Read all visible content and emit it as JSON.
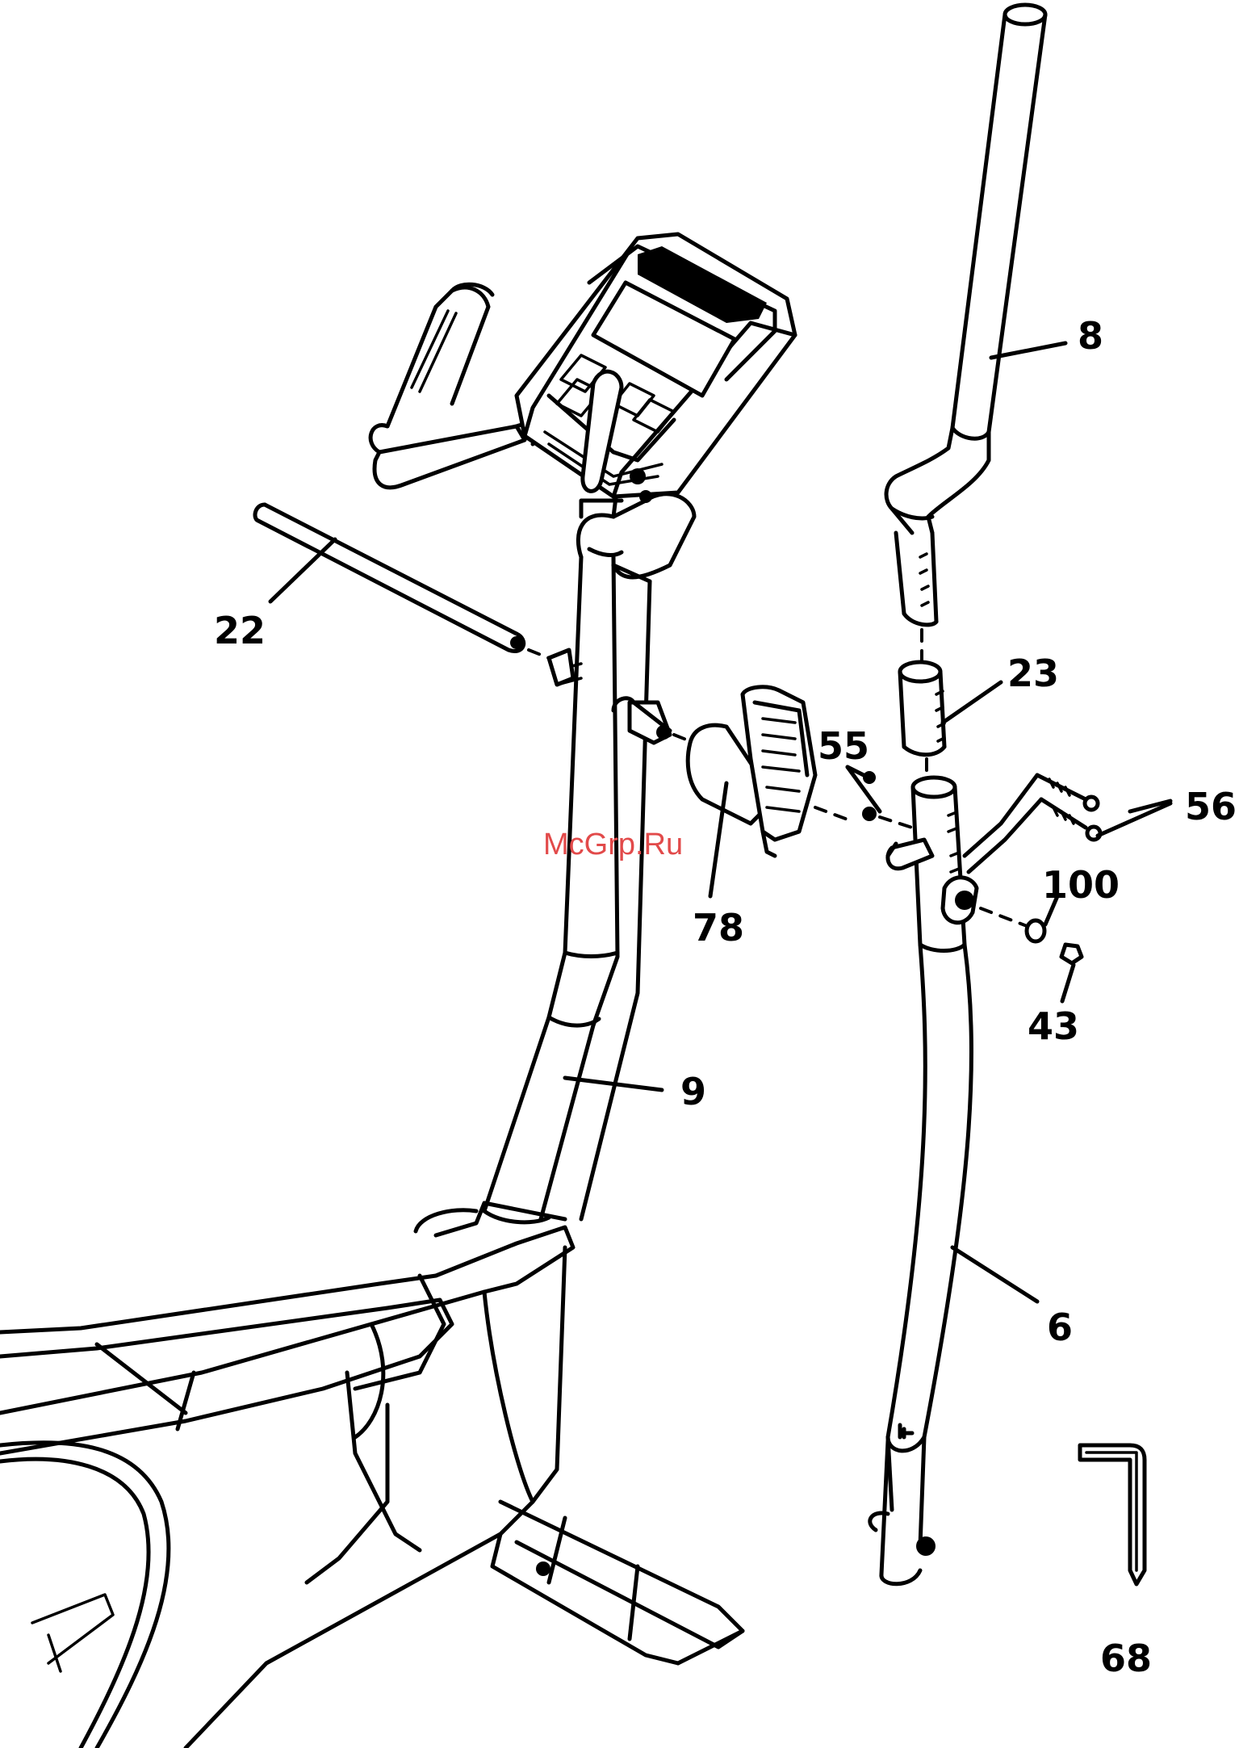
{
  "watermark": "McGrp.Ru",
  "labels": [
    {
      "id": "8",
      "text": "8"
    },
    {
      "id": "22",
      "text": "22"
    },
    {
      "id": "23",
      "text": "23"
    },
    {
      "id": "55",
      "text": "55"
    },
    {
      "id": "56",
      "text": "56"
    },
    {
      "id": "78",
      "text": "78"
    },
    {
      "id": "100",
      "text": "100"
    },
    {
      "id": "43",
      "text": "43"
    },
    {
      "id": "9",
      "text": "9"
    },
    {
      "id": "6",
      "text": "6"
    },
    {
      "id": "68",
      "text": "68"
    }
  ]
}
